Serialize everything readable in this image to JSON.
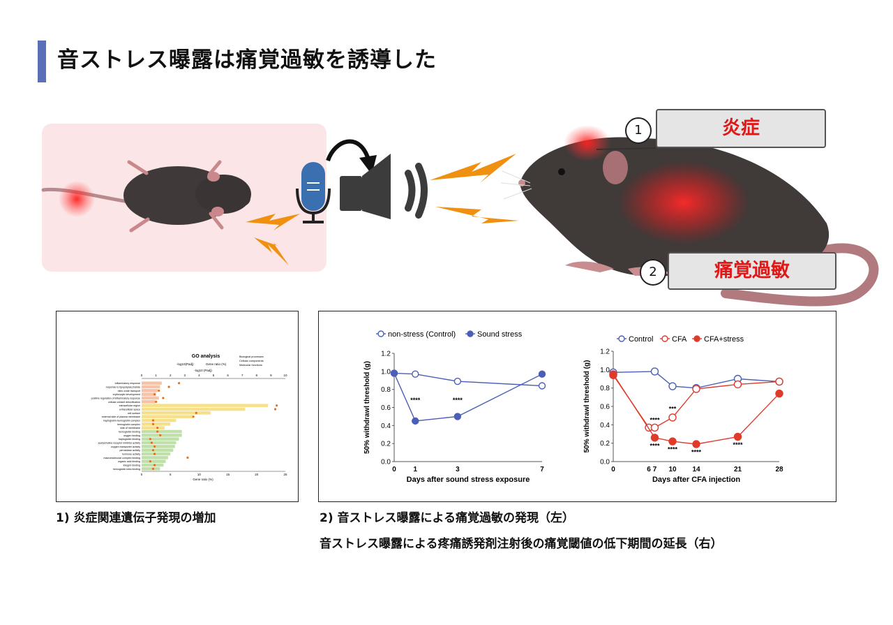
{
  "title": "音ストレス曝露は痛覚過敏を誘導した",
  "labels": {
    "n1": "1",
    "l1": "炎症",
    "n2": "2",
    "l2": "痛覚過敏"
  },
  "captions": {
    "left": "1) 炎症関連遺伝子発現の増加",
    "right1": "2) 音ストレス曝露による痛覚過敏の発現（左）",
    "right2": "音ストレス曝露による疼痛誘発剤注射後の痛覚閾値の低下期間の延長（右）"
  },
  "colors": {
    "accent": "#5a6fb8",
    "red": "#e01818",
    "blue": "#4a5fb5",
    "orange": "#f08a00"
  },
  "icons": [
    "microphone-icon",
    "speaker-icon",
    "sound-wave-icon",
    "lightning-icon",
    "arrow-icon",
    "mouse-illustration"
  ],
  "chart_data": [
    {
      "type": "bar",
      "title": "GO analysis",
      "legend": [
        "-log10(Padj)",
        "Gene ratio (%)"
      ],
      "legend_groups": [
        "Biological processes",
        "Cellular components",
        "Molecular functions"
      ],
      "top_axis_label": "-log10 (Padj)",
      "top_ticks": [
        "0",
        "1",
        "2",
        "3",
        "4",
        "5",
        "6",
        "7",
        "8",
        "9",
        "10"
      ],
      "xlabel": "Gene ratio (%)",
      "bottom_ticks": [
        "0",
        "5",
        "10",
        "15",
        "20",
        "25"
      ],
      "categories": [
        "inflammatory response",
        "response to lipopolysaccharide",
        "nitric oxide transport",
        "erythrocyte development",
        "positive regulation of inflammatory response",
        "cellular oxidant detoxification",
        "extracellular region",
        "extracellular space",
        "cell surface",
        "external side of plasma membrane",
        "haptoglobin-hemoglobin complex",
        "hemoglobin complex",
        "side of membrane",
        "hemoglobin binding",
        "oxygen binding",
        "haptoglobin binding",
        "acetylcholine receptor inhibitor activity",
        "oxygen transporter activity",
        "peroxidase activity",
        "hormone activity",
        "macromolecular complex binding",
        "organic acid binding",
        "integrin binding",
        "hemoglobin beta binding"
      ],
      "groups": [
        0,
        0,
        0,
        0,
        0,
        0,
        1,
        1,
        1,
        1,
        1,
        1,
        1,
        2,
        2,
        2,
        2,
        2,
        2,
        2,
        2,
        2,
        2,
        2
      ],
      "gene_ratio": [
        3.5,
        3.2,
        2.8,
        2.5,
        3.0,
        2.4,
        22,
        18,
        12,
        9,
        6,
        5,
        4,
        7,
        7,
        6.5,
        6,
        5.8,
        5.5,
        5,
        4.6,
        4.2,
        3.8,
        3.2
      ],
      "neg_log10_padj": [
        2.6,
        1.9,
        1.2,
        0.9,
        1.5,
        1.0,
        9.4,
        9.3,
        3.8,
        3.6,
        0.8,
        0.8,
        1.1,
        1.1,
        1.3,
        0.6,
        0.7,
        0.9,
        0.8,
        0.9,
        3.2,
        0.6,
        0.9,
        0.8
      ]
    },
    {
      "type": "line",
      "series": [
        {
          "name": "non-stress (Control)",
          "x": [
            0,
            1,
            3,
            7
          ],
          "y": [
            0.98,
            0.97,
            0.89,
            0.84
          ]
        },
        {
          "name": "Sound stress",
          "x": [
            0,
            1,
            3,
            7
          ],
          "y": [
            0.98,
            0.45,
            0.5,
            0.97
          ]
        }
      ],
      "xlabel": "Days after sound stress exposure",
      "ylabel": "50% withdrawl threshold (g)",
      "x_ticks": [
        "0",
        "1",
        "3",
        "7"
      ],
      "y_ticks": [
        "0.0",
        "0.2",
        "0.4",
        "0.6",
        "0.8",
        "1.0",
        "1.2"
      ],
      "ylim": [
        0,
        1.2
      ],
      "annotations": [
        {
          "x": 1,
          "text": "****"
        },
        {
          "x": 3,
          "text": "****"
        }
      ]
    },
    {
      "type": "line",
      "series": [
        {
          "name": "Control",
          "x": [
            0,
            7,
            10,
            14,
            21,
            28
          ],
          "y": [
            0.97,
            0.98,
            0.82,
            0.8,
            0.9,
            0.87
          ]
        },
        {
          "name": "CFA",
          "x": [
            0,
            6,
            7,
            10,
            14,
            21,
            28
          ],
          "y": [
            0.94,
            0.37,
            0.37,
            0.48,
            0.79,
            0.84,
            0.87
          ]
        },
        {
          "name": "CFA+stress",
          "x": [
            0,
            7,
            10,
            14,
            21,
            28
          ],
          "y": [
            0.95,
            0.26,
            0.22,
            0.19,
            0.27,
            0.74
          ]
        }
      ],
      "xlabel": "Days after CFA injection",
      "ylabel": "50% withdrawl threshold (g)",
      "x_ticks": [
        "0",
        "6",
        "7",
        "10",
        "14",
        "21",
        "28"
      ],
      "y_ticks": [
        "0.0",
        "0.2",
        "0.4",
        "0.6",
        "0.8",
        "1.0",
        "1.2"
      ],
      "ylim": [
        0,
        1.2
      ],
      "annotations": [
        {
          "x": 7,
          "y": 0.43,
          "text": "****"
        },
        {
          "x": 10,
          "y": 0.55,
          "text": "***"
        },
        {
          "x": 7,
          "y": 0.15,
          "text": "****"
        },
        {
          "x": 10,
          "y": 0.11,
          "text": "****"
        },
        {
          "x": 14,
          "y": 0.08,
          "text": "****"
        },
        {
          "x": 21,
          "y": 0.16,
          "text": "****"
        }
      ]
    }
  ]
}
